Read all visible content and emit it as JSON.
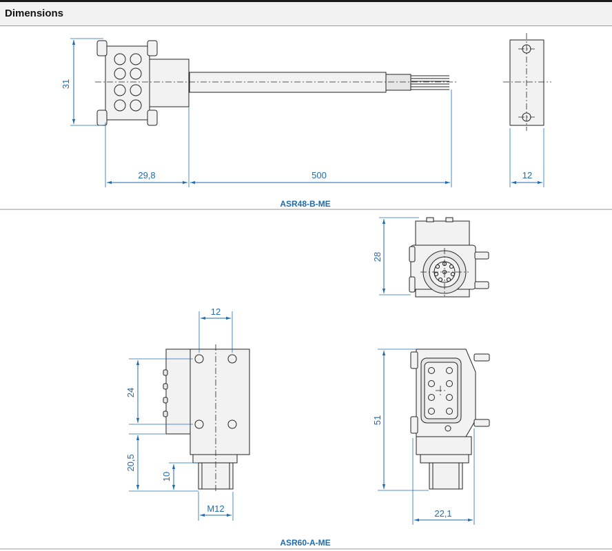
{
  "header": {
    "title": "Dimensions"
  },
  "asr48": {
    "caption": "ASR48-B-ME",
    "dims": {
      "height": "31",
      "body_width": "29,8",
      "cable_length": "500",
      "side_width": "12"
    }
  },
  "asr60": {
    "caption": "ASR60-A-ME",
    "dims": {
      "top_width": "12",
      "hole_spacing": "24",
      "thread_height": "20,5",
      "thread_ten": "10",
      "thread": "M12",
      "front_height": "28",
      "side_height": "51",
      "side_width": "22,1"
    }
  },
  "colors": {
    "dimension": "#1d6bb0",
    "outline": "#222222",
    "fill": "#f2f2f2"
  }
}
